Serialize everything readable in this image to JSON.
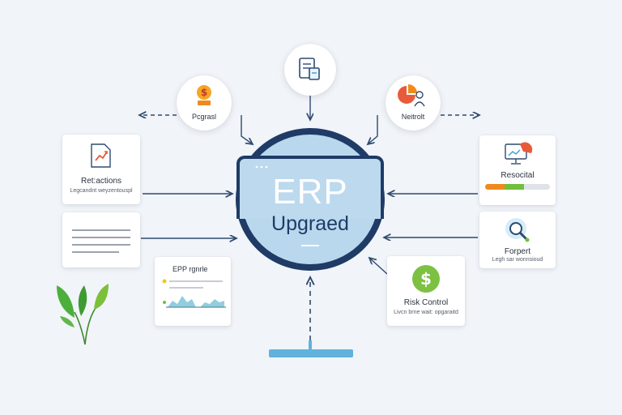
{
  "hub": {
    "title": "ERP",
    "subtitle": "Upgraed"
  },
  "nodes": {
    "payment": {
      "label": "Pcgrasl",
      "icon": "dollar-coin-icon"
    },
    "document": {
      "label": "",
      "icon": "document-clipboard-icon"
    },
    "network": {
      "label": "Neitrolt",
      "icon": "pie-chart-person-icon"
    },
    "reflections": {
      "title": "Ret:actions",
      "subtitle": "Legcandnt weyzentouspl",
      "icon": "trend-chart-icon"
    },
    "report_list": {
      "icon": "text-lines-icon"
    },
    "erp_graph": {
      "title": "EPP rgnrle",
      "icon": "area-chart-icon"
    },
    "resocital": {
      "title": "Resocital",
      "icon": "monitor-chart-icon"
    },
    "forpert": {
      "title": "Forpert",
      "subtitle": "Legh sar wonnsioud",
      "icon": "magnifier-icon"
    },
    "risk_control": {
      "title": "Risk Control",
      "subtitle": "Livcn brne wait: opgaraitd",
      "icon": "dollar-circle-icon"
    }
  },
  "colors": {
    "hub_ring": "#1f3b66",
    "hub_fill": "#b9d8ee",
    "arrow": "#2f4a70",
    "stand": "#5fb3dc",
    "accent_orange": "#f08a1c",
    "accent_green": "#6fbf3c",
    "plant": "#4caf3c"
  },
  "decoration": {
    "plant": "plant-leaves-icon"
  }
}
